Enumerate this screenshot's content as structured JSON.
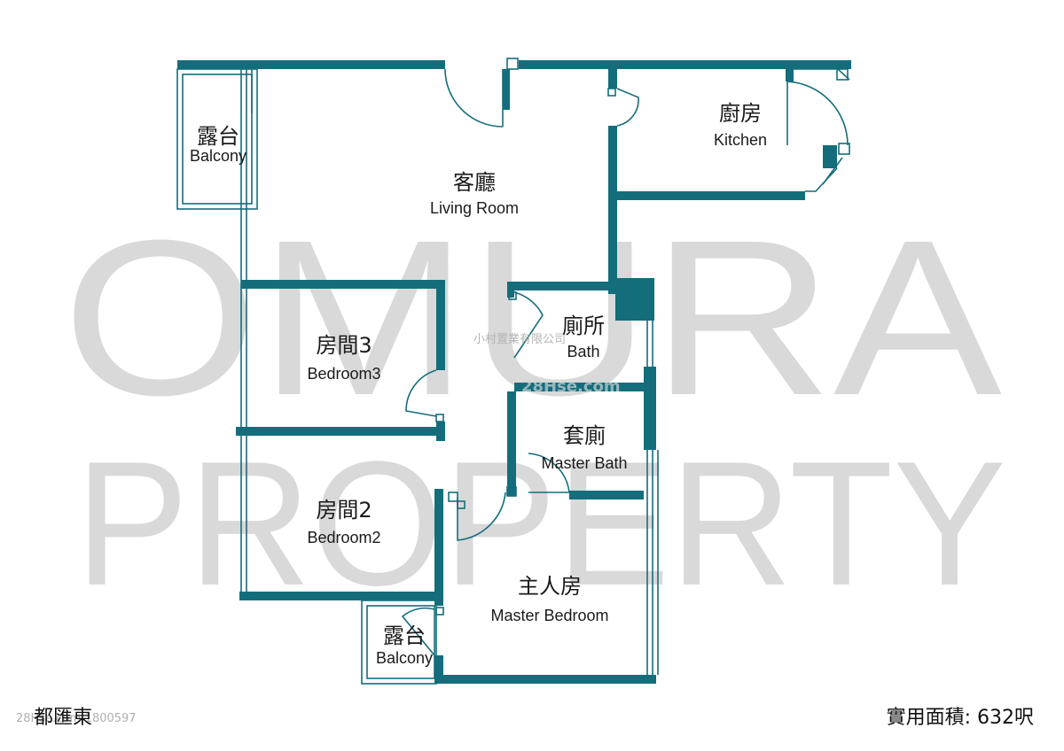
{
  "watermark": {
    "line1": "OMURA",
    "line2": "PROPERTY",
    "company_cn": "小村置業有限公司",
    "site": "28Hse.com"
  },
  "colors": {
    "wall": "#146d7b",
    "line": "#146d7b",
    "watermark": "#d9d9d9"
  },
  "rooms": {
    "balcony_top": {
      "zh": "露台",
      "en": "Balcony"
    },
    "living": {
      "zh": "客廳",
      "en": "Living Room"
    },
    "kitchen": {
      "zh": "廚房",
      "en": "Kitchen"
    },
    "bedroom3": {
      "zh": "房間3",
      "en": "Bedroom3"
    },
    "bath": {
      "zh": "廁所",
      "en": "Bath"
    },
    "master_bath": {
      "zh": "套廁",
      "en": "Master Bath"
    },
    "bedroom2": {
      "zh": "房間2",
      "en": "Bedroom2"
    },
    "master_bedroom": {
      "zh": "主人房",
      "en": "Master Bedroom"
    },
    "balcony_bottom": {
      "zh": "露台",
      "en": "Balcony"
    }
  },
  "footer": {
    "estate": "都匯東",
    "reference": "28Hse.com-1800597",
    "area": "實用面積: 632呎"
  }
}
